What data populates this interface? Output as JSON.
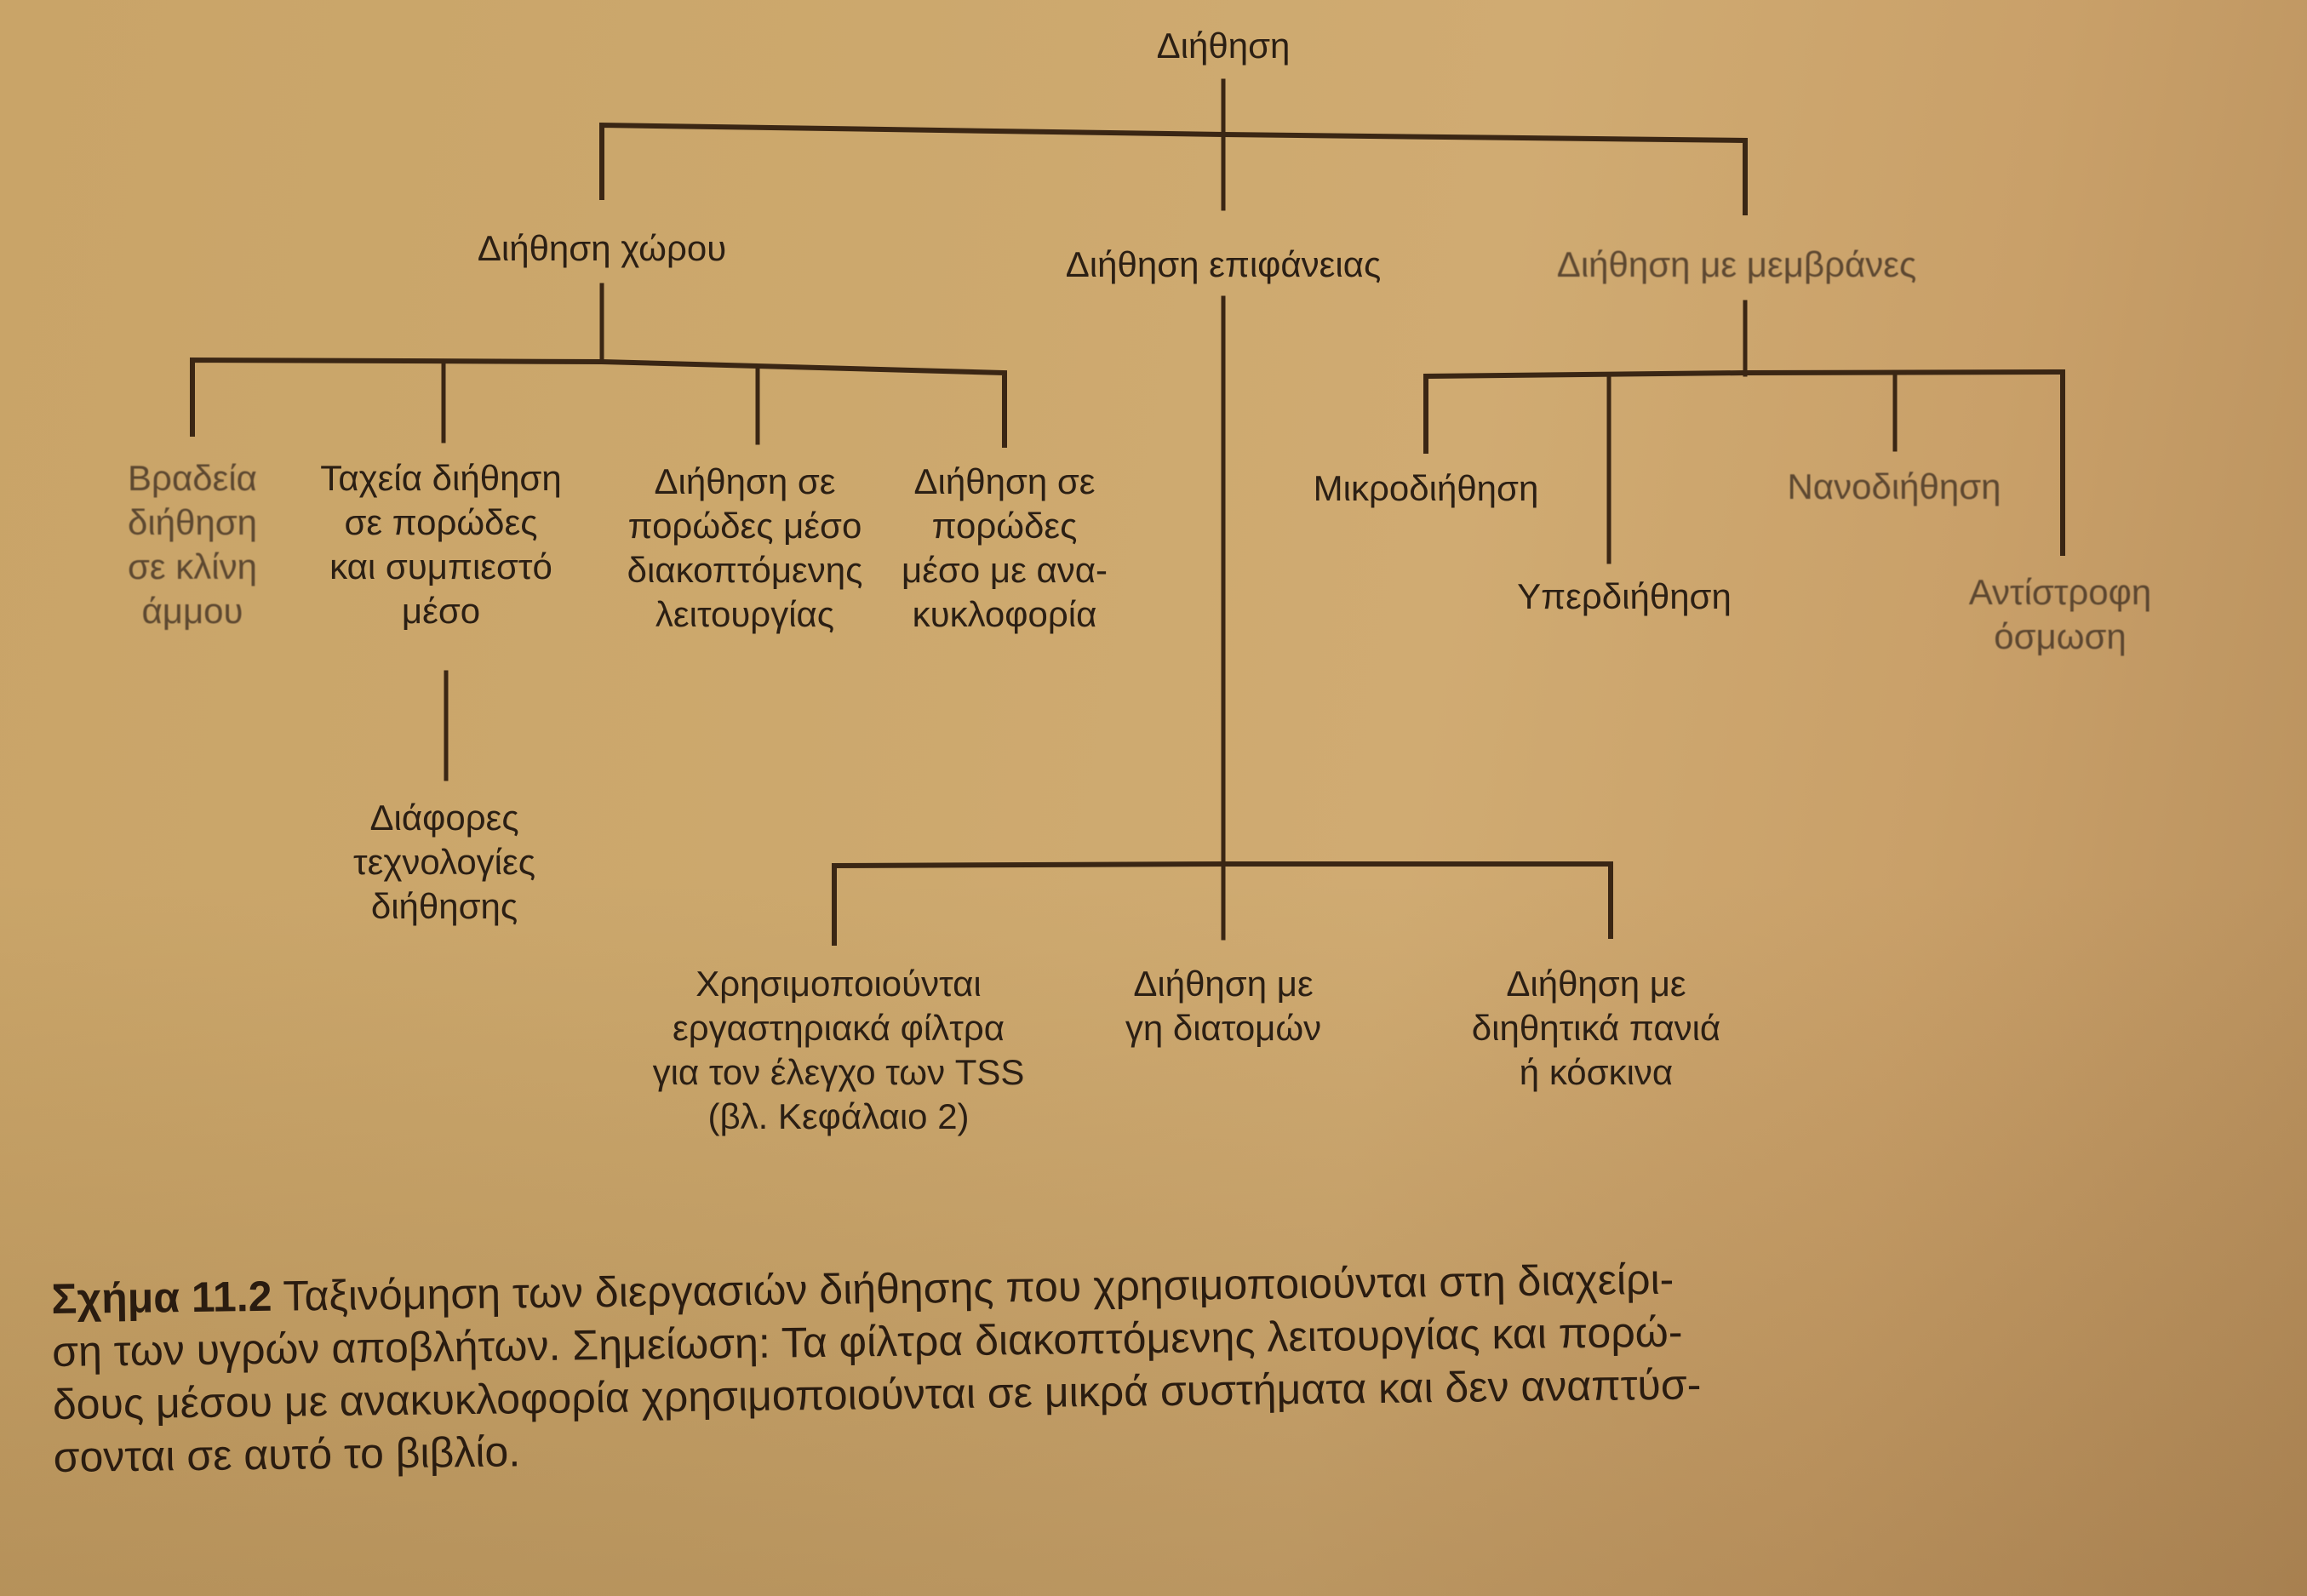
{
  "diagram": {
    "root": "Διήθηση",
    "level1": [
      {
        "id": "space",
        "label": "Διήθηση χώρου"
      },
      {
        "id": "surface",
        "label": "Διήθηση επιφάνειας"
      },
      {
        "id": "membrane",
        "label": "Διήθηση με μεμβράνες"
      }
    ],
    "space_children": [
      {
        "label": "Βραδεία\nδιήθηση\nσε κλίνη\nάμμου"
      },
      {
        "label": "Ταχεία διήθηση\nσε πορώδες\nκαι συμπιεστό\nμέσο"
      },
      {
        "label": "Διήθηση σε\nπορώδες μέσο\nδιακοπτόμενης\nλειτουργίας"
      },
      {
        "label": "Διήθηση σε\nπορώδες\nμέσο με ανα-\nκυκλοφορία"
      }
    ],
    "rapid_child": {
      "label": "Διάφορες\nτεχνολογίες\nδιήθησης"
    },
    "surface_children": [
      {
        "label": "Χρησιμοποιούνται\nεργαστηριακά φίλτρα\nγια τον έλεγχο των TSS\n(βλ. Κεφάλαιο 2)"
      },
      {
        "label": "Διήθηση με\nγη διατομών"
      },
      {
        "label": "Διήθηση με\nδιηθητικά πανιά\nή κόσκινα"
      }
    ],
    "membrane_children": [
      {
        "label": "Μικροδιήθηση"
      },
      {
        "label": "Υπερδιήθηση"
      },
      {
        "label": "Νανοδιήθηση"
      },
      {
        "label": "Αντίστροφη\nόσμωση"
      }
    ]
  },
  "caption": {
    "figure_label": "Σχήμα 11.2",
    "text": " Ταξινόμηση των διεργασιών διήθησης που χρησιμοποιούνται στη διαχείρι-\nση των υγρών αποβλήτων. Σημείωση: Τα φίλτρα διακοπτόμενης λειτουργίας και πορώ-\nδους μέσου με ανακυκλοφορία χρησιμοποιούνται σε μικρά συστήματα και δεν αναπτύσ-\nσονται σε αυτό το βιβλίο."
  },
  "colors": {
    "paper": "#cca86d",
    "ink": "#2a1d12",
    "line": "#3a2614"
  }
}
